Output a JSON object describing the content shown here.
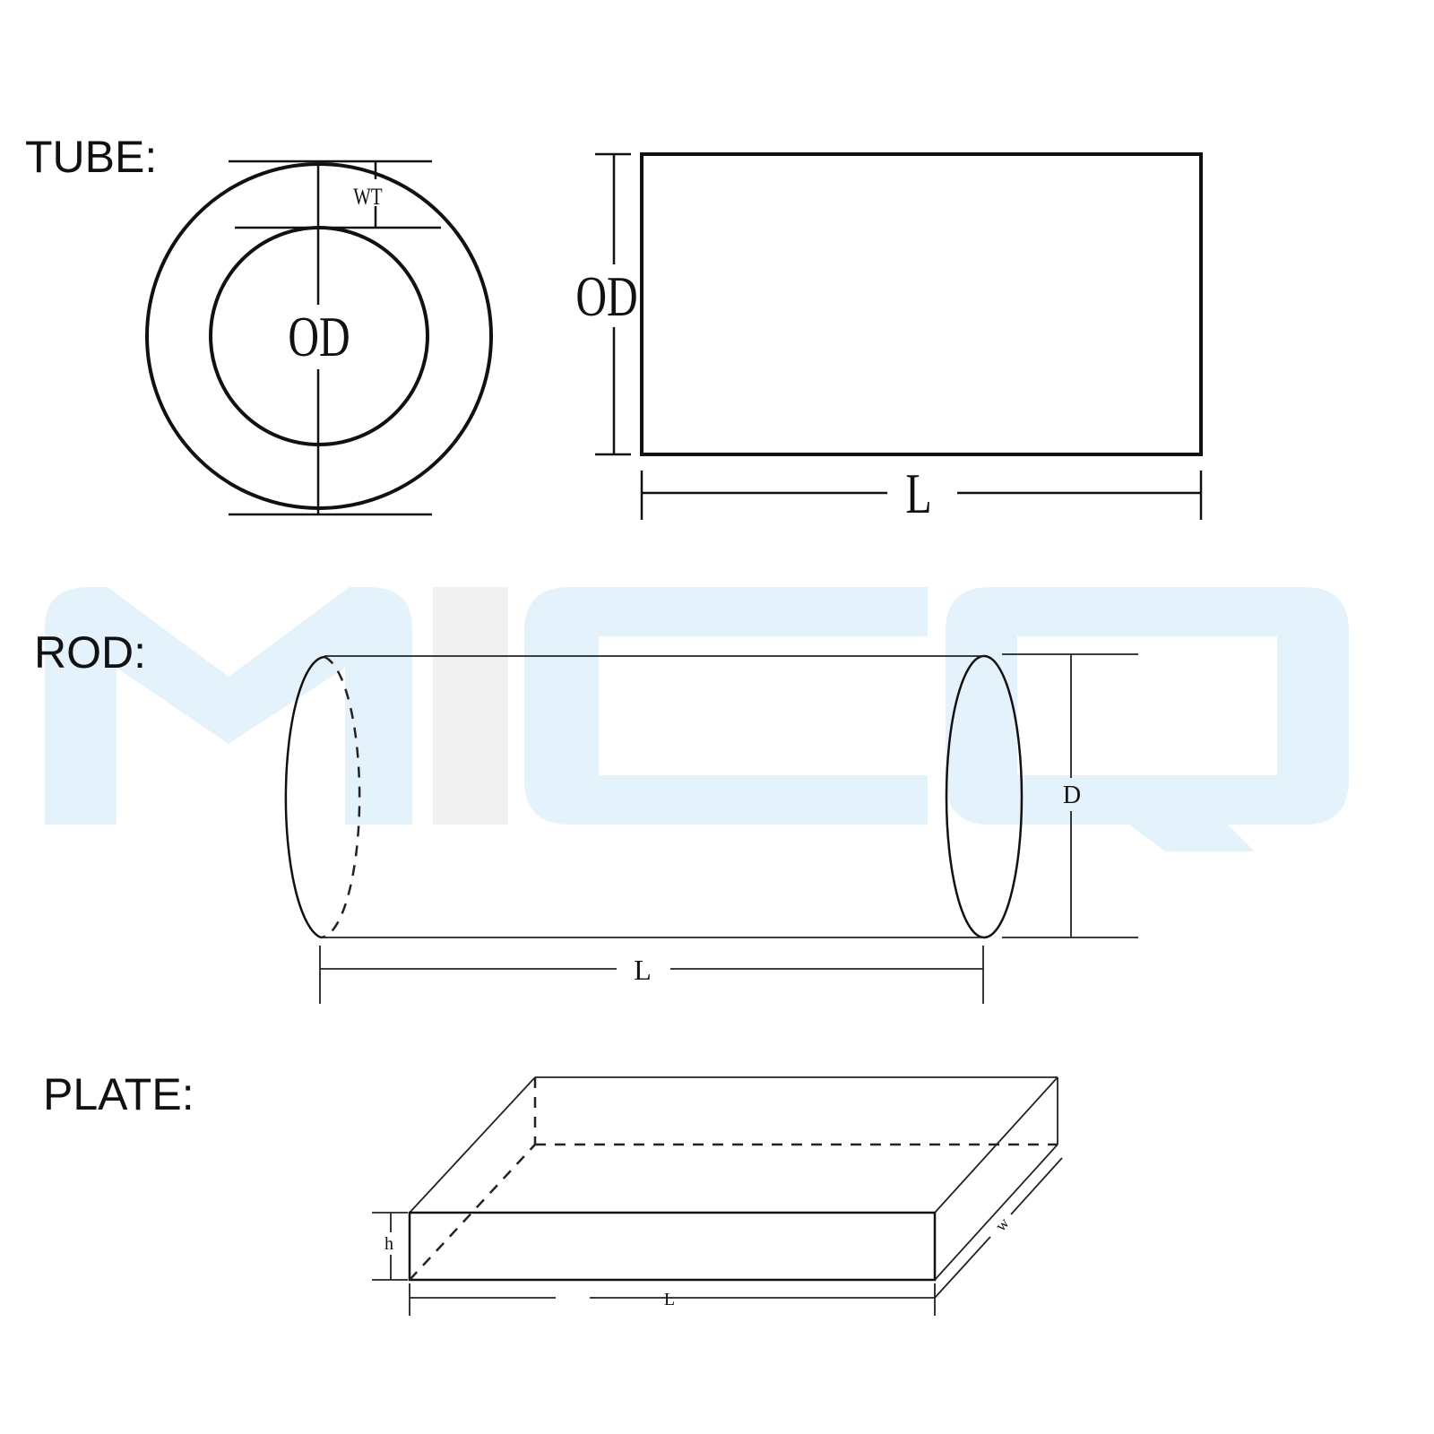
{
  "watermark": {
    "text": "MICQ",
    "color": "#e4f3fb",
    "accent_color": "#f1f1f1"
  },
  "tube": {
    "section_label": "TUBE:",
    "wall_thickness_label": "WT",
    "diameter_label_front": "OD",
    "diameter_label_side": "OD",
    "length_label": "L"
  },
  "rod": {
    "section_label": "ROD:",
    "diameter_label": "D",
    "length_label": "L"
  },
  "plate": {
    "section_label": "PLATE:",
    "height_label": "h",
    "length_label": "L",
    "width_label": "w"
  }
}
